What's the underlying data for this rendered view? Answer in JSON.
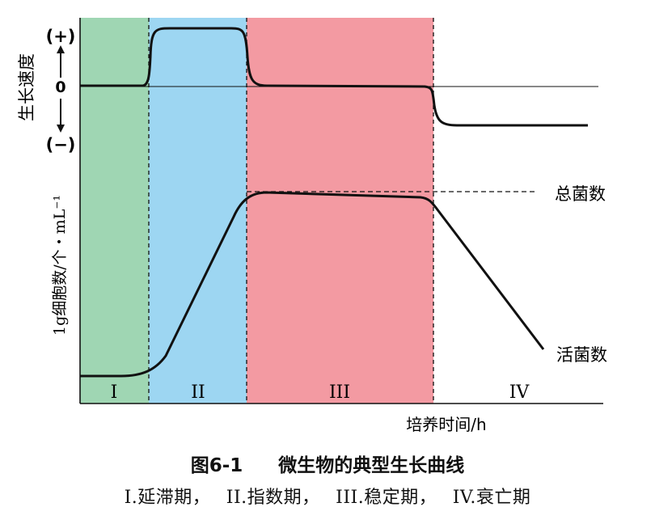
{
  "figure": {
    "number": "图6-1",
    "title": "微生物的典型生长曲线",
    "phase_markers": [
      "I",
      "II",
      "III",
      "IV"
    ],
    "phase_colors": [
      "#9fd6b3",
      "#9dd6f2",
      "#f39aa2",
      "#ffffff"
    ],
    "growth_rate_axis": {
      "label": "生长速度",
      "plus": "(+)",
      "zero": "0",
      "minus": "(−)"
    },
    "count_axis_label": "1g细胞数/个・mL⁻¹",
    "x_axis_label": "培养时间/h",
    "curve_labels": {
      "total": "总菌数",
      "viable": "活菌数"
    },
    "legend": [
      "I.延滞期，",
      "II.指数期，",
      "III.稳定期，",
      "IV.衰亡期"
    ]
  }
}
